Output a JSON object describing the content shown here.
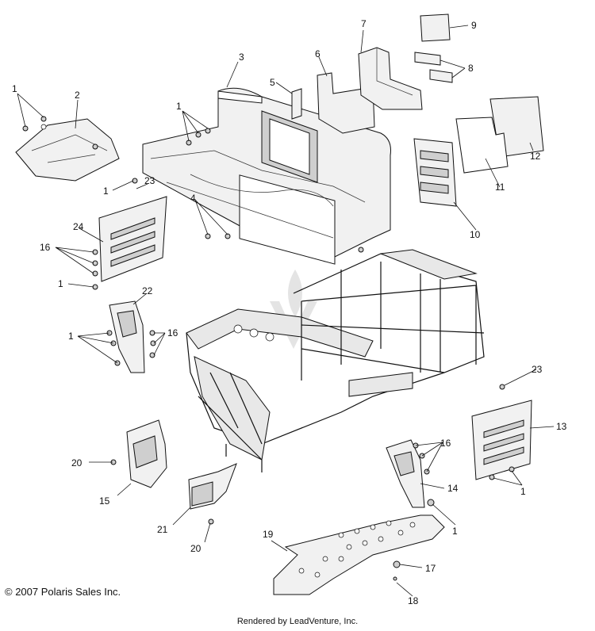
{
  "copyright": "© 2007 Polaris Sales Inc.",
  "rendered_by": "Rendered by LeadVenture, Inc.",
  "callouts": {
    "c1a": "1",
    "c2": "2",
    "c3": "3",
    "c1b": "1",
    "c5": "5",
    "c6": "6",
    "c7": "7",
    "c9": "9",
    "c8": "8",
    "c12": "12",
    "c11": "11",
    "c10": "10",
    "c1c": "1",
    "c23a": "23",
    "c4": "4",
    "c24": "24",
    "c16a": "16",
    "c1d": "1",
    "c22": "22",
    "c16b": "16",
    "c1e": "1",
    "c23b": "23",
    "c13": "13",
    "c16c": "16",
    "c1f": "1",
    "c14": "14",
    "c1g": "1",
    "c20a": "20",
    "c15": "15",
    "c21": "21",
    "c20b": "20",
    "c19": "19",
    "c17": "17",
    "c18": "18"
  }
}
